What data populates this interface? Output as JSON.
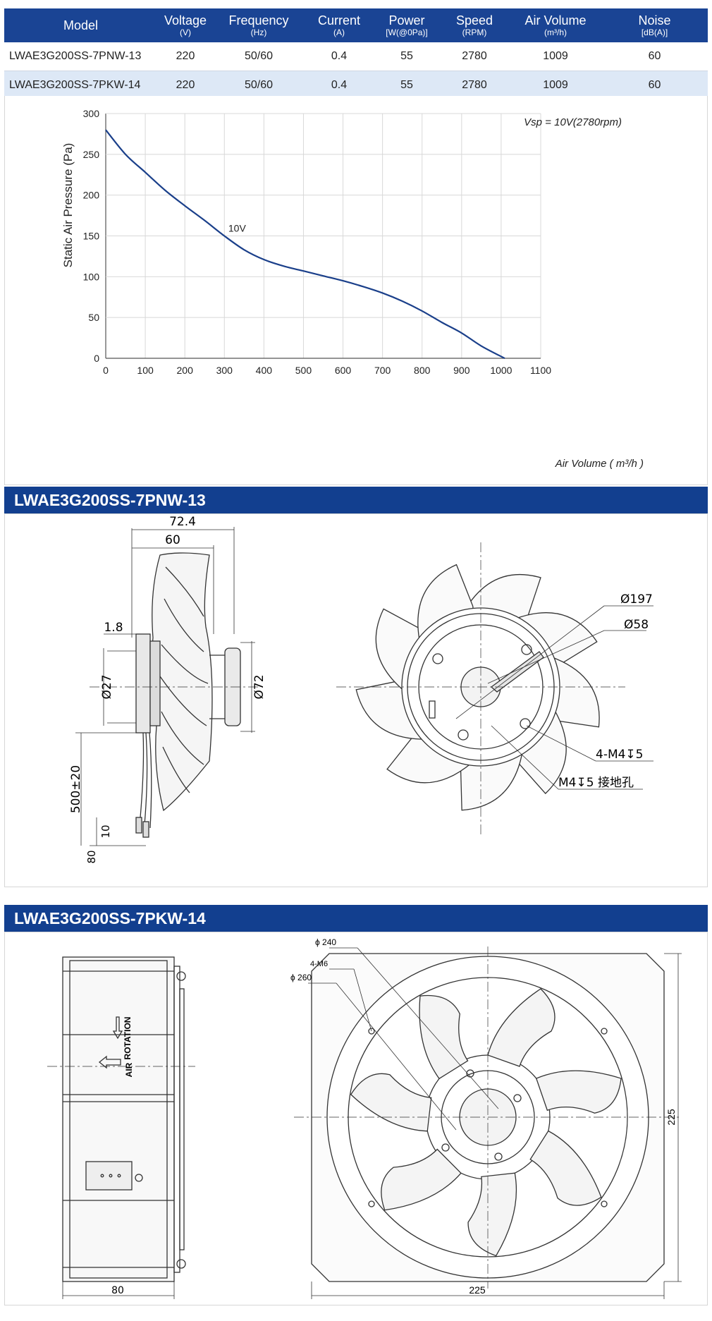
{
  "table": {
    "headers": [
      {
        "label": "Model",
        "unit": ""
      },
      {
        "label": "Voltage",
        "unit": "(V)"
      },
      {
        "label": "Frequency",
        "unit": "(Hz)"
      },
      {
        "label": "Current",
        "unit": "(A)"
      },
      {
        "label": "Power",
        "unit": "[W(@0Pa)]"
      },
      {
        "label": "Speed",
        "unit": "(RPM)"
      },
      {
        "label": "Air Volume",
        "unit": "(m³/h)"
      },
      {
        "label": "Noise",
        "unit": "[dB(A)]"
      }
    ],
    "rows": [
      [
        "LWAE3G200SS-7PNW-13",
        "220",
        "50/60",
        "0.4",
        "55",
        "2780",
        "1009",
        "60"
      ],
      [
        "LWAE3G200SS-7PKW-14",
        "220",
        "50/60",
        "0.4",
        "55",
        "2780",
        "1009",
        "60"
      ]
    ]
  },
  "chart_data": {
    "type": "line",
    "title": "Vsp = 10V(2780rpm)",
    "xlabel": "Air Volume ( m³/h )",
    "ylabel": "Static Air Pressure  (Pa)",
    "xlim": [
      0,
      1100
    ],
    "ylim": [
      0,
      300
    ],
    "xticks": [
      "0",
      "100",
      "200",
      "300",
      "400",
      "500",
      "600",
      "700",
      "800",
      "900",
      "1000",
      "1100"
    ],
    "yticks": [
      "0",
      "50",
      "100",
      "150",
      "200",
      "250",
      "300"
    ],
    "grid": true,
    "line_color": "#1a3f8a",
    "series": [
      {
        "name": "10V",
        "x": [
          0,
          50,
          100,
          150,
          200,
          250,
          300,
          350,
          400,
          450,
          500,
          550,
          600,
          650,
          700,
          750,
          800,
          850,
          900,
          950,
          1009
        ],
        "y": [
          280,
          250,
          228,
          206,
          187,
          169,
          150,
          133,
          121,
          113,
          107,
          101,
          95,
          88,
          80,
          70,
          58,
          44,
          31,
          15,
          0
        ]
      }
    ]
  },
  "section1": {
    "title": "LWAE3G200SS-7PNW-13",
    "dims": {
      "d724": "72.4",
      "d60": "60",
      "d18": "1.8",
      "d27": "Ø27",
      "d72": "Ø72",
      "d500": "500±20",
      "d10": "10",
      "d80": "80",
      "d197": "Ø197",
      "d58": "Ø58",
      "m4": "4-M4↧5",
      "m4g": "M4↧5 接地孔"
    }
  },
  "section2": {
    "title": "LWAE3G200SS-7PKW-14",
    "dims": {
      "p240": "ϕ 240",
      "m6": "4-M6",
      "p260": "ϕ 260",
      "w80": "80",
      "w225": "225",
      "h225": "225",
      "rot": "ROTATION",
      "air": "AIR"
    }
  }
}
